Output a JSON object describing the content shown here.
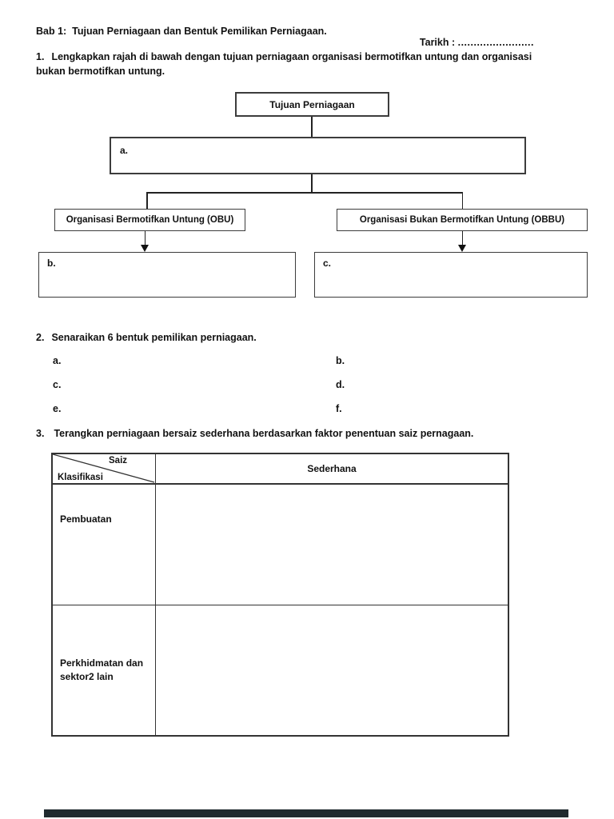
{
  "colors": {
    "text": "#111111",
    "border": "#3c3c3c",
    "footer_bar": "#202a2e"
  },
  "header": {
    "title": "Bab 1:  Tujuan Perniagaan dan Bentuk Pemilikan Perniagaan.",
    "date_label": "Tarikh : ",
    "date_dots": "........................"
  },
  "q1": {
    "number": "1.",
    "line1": "Lengkapkan rajah di bawah dengan tujuan perniagaan organisasi bermotifkan untung dan organisasi",
    "line2": "bukan bermotifkan untung."
  },
  "diagram": {
    "root": "Tujuan Perniagaan",
    "answer_a": "a.",
    "left_branch": "Organisasi Bermotifkan Untung (OBU)",
    "right_branch": "Organisasi Bukan Bermotifkan Untung (OBBU)",
    "answer_b": "b.",
    "answer_c": "c."
  },
  "q2": {
    "number": "2.",
    "text": "Senaraikan 6 bentuk pemilikan perniagaan.",
    "items": [
      "a.",
      "b.",
      "c.",
      "d.",
      "e.",
      "f."
    ]
  },
  "q3": {
    "number": "3.",
    "text": "Terangkan perniagaan bersaiz sederhana berdasarkan faktor penentuan saiz pernagaan."
  },
  "table": {
    "corner_top": "Saiz",
    "corner_bottom": "Klasifikasi",
    "column_header": "Sederhana",
    "rows": [
      {
        "label": "Pembuatan",
        "value": ""
      },
      {
        "label": "Perkhidmatan dan sektor2 lain",
        "value": ""
      }
    ]
  }
}
